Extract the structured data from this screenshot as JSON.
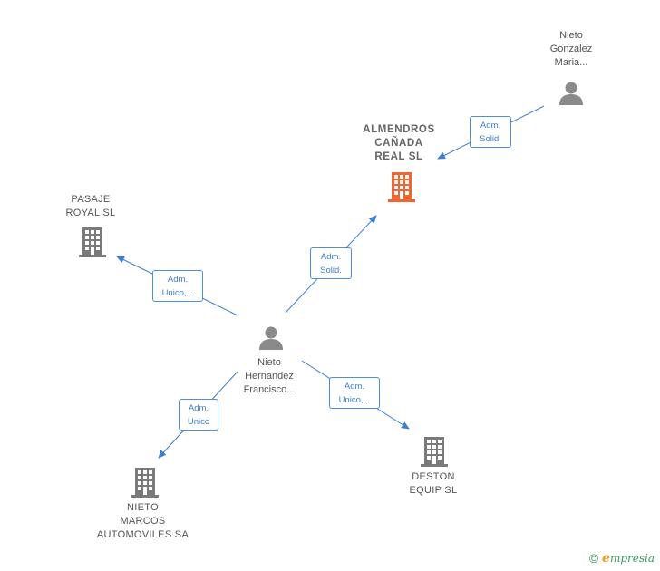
{
  "colors": {
    "edge": "#3b7fd4",
    "company": "#7a7a7a",
    "focus_company": "#f26430",
    "person": "#8a8a8a"
  },
  "nodes": {
    "nieto_gonzalez": {
      "label": "Nieto\nGonzalez\nMaria...",
      "icon": "person-icon"
    },
    "almendros": {
      "label": "ALMENDROS\nCAÑADA\nREAL  SL",
      "icon": "building-icon"
    },
    "pasaje": {
      "label": "PASAJE\nROYAL  SL",
      "icon": "building-icon"
    },
    "nieto_hernandez": {
      "label": "Nieto\nHernandez\nFrancisco...",
      "icon": "person-icon"
    },
    "nieto_marcos": {
      "label": "NIETO\nMARCOS\nAUTOMOVILES SA",
      "icon": "building-icon"
    },
    "deston": {
      "label": "DESTON\nEQUIP SL",
      "icon": "building-icon"
    }
  },
  "edges": {
    "gonzalez_almendros": "Adm.\nSolid.",
    "hernandez_almendros": "Adm.\nSolid.",
    "hernandez_pasaje": "Adm.\nUnico,...",
    "hernandez_marcos": "Adm.\nUnico",
    "hernandez_deston": "Adm.\nUnico,..."
  },
  "footer": {
    "copyright": "©",
    "brand_initial": "e",
    "brand_rest": "mpresia"
  }
}
